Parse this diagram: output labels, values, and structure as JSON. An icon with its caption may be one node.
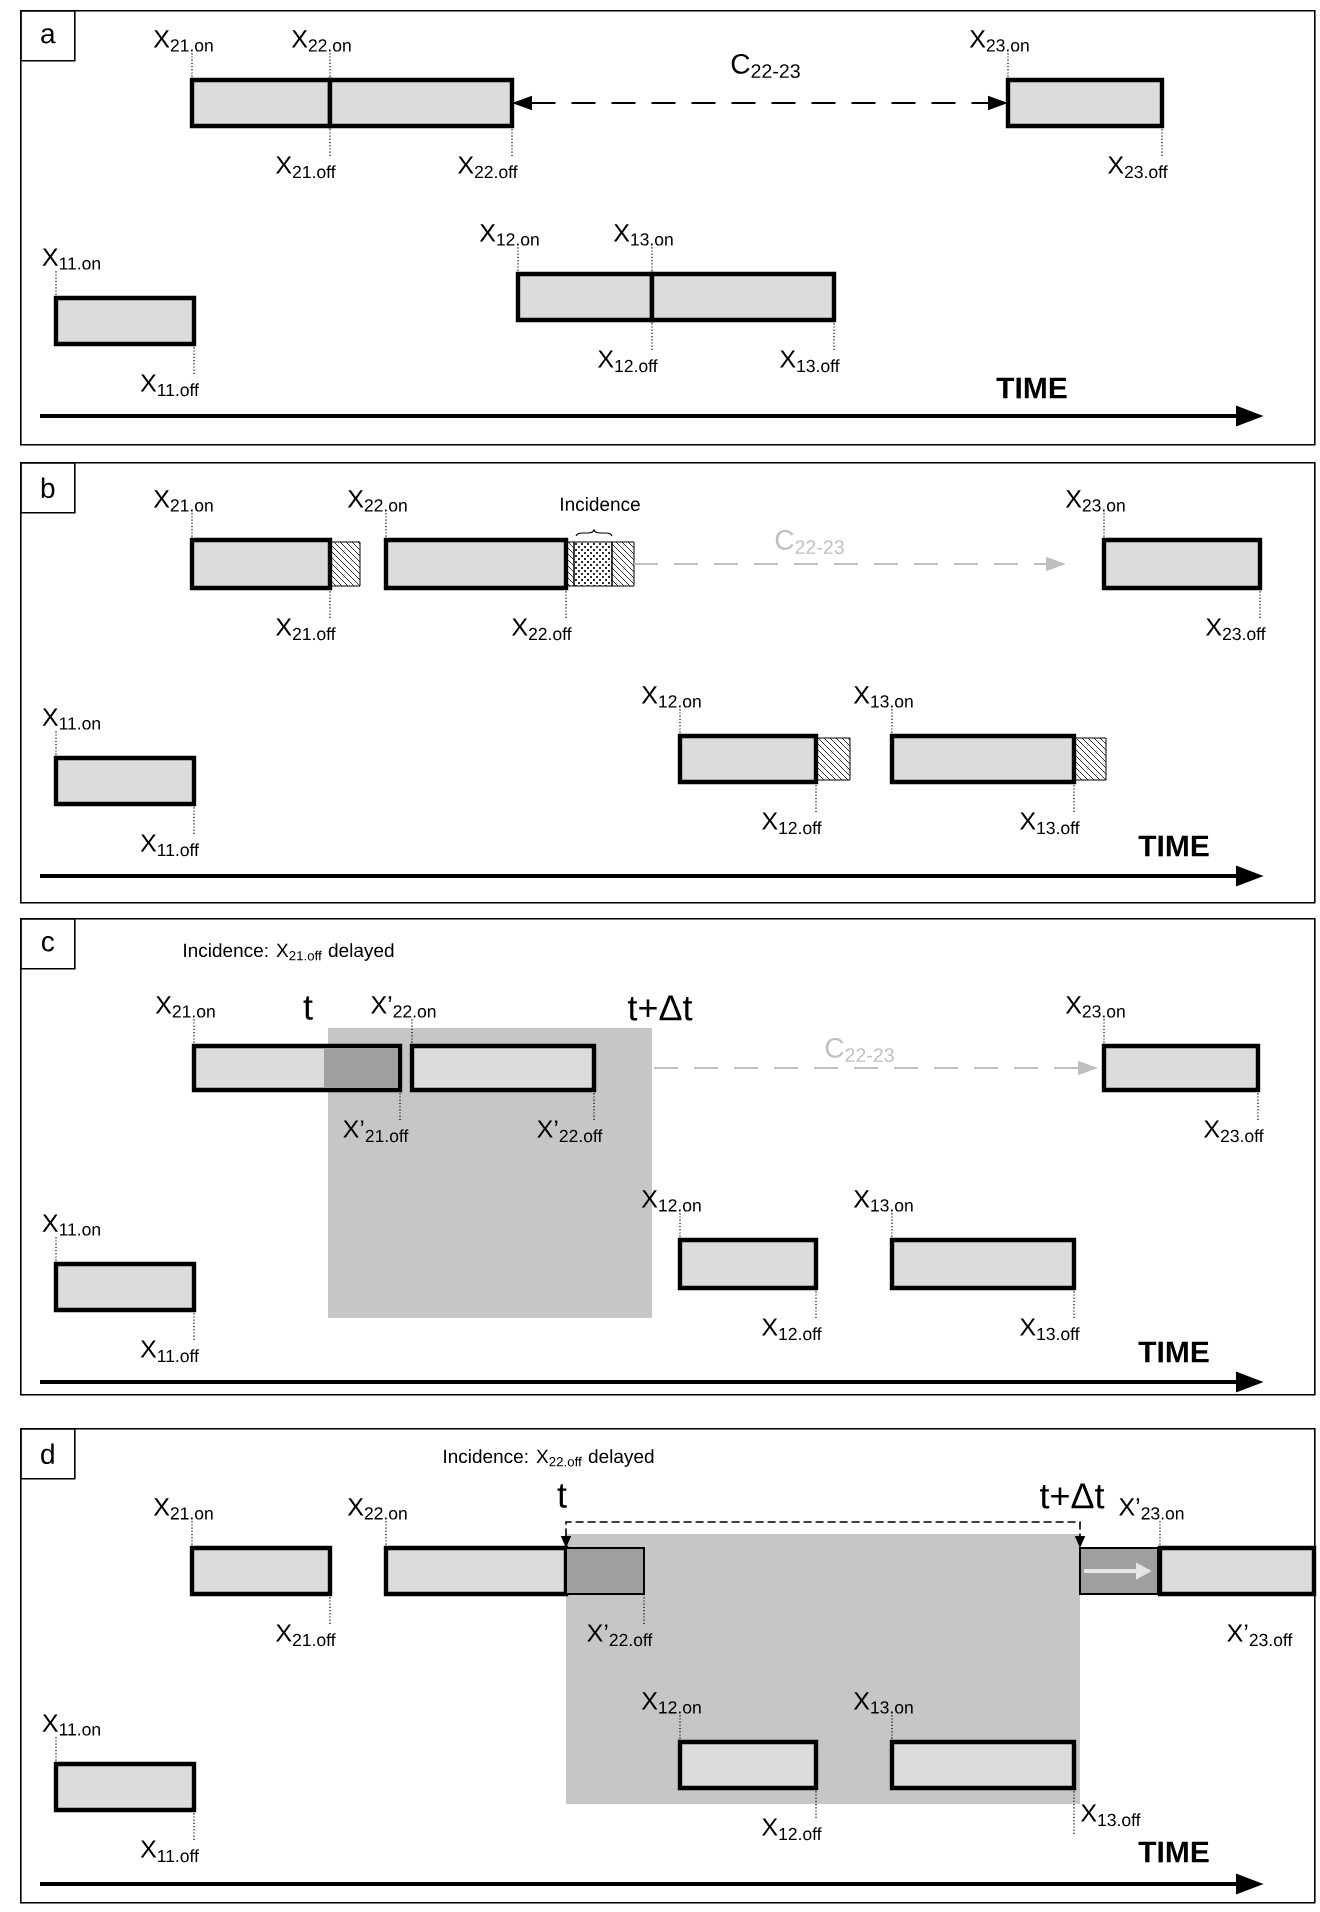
{
  "diagram": {
    "nodes": [
      {
        "text": [
          "a"
        ]
      },
      {
        "text": [],
        "shape": "bar",
        "in": 0,
        "beside": [
          "X$_{21.on}$",
          "X$_{21.off}$"
        ]
      },
      {
        "text": [],
        "shape": "bar",
        "in": 0,
        "beside": [
          "X$_{22.on}$",
          "X$_{22.off}$"
        ]
      },
      {
        "text": [],
        "shape": "bar",
        "in": 0,
        "beside": [
          "X$_{23.on}$",
          "X$_{23.off}$"
        ]
      },
      {
        "text": [],
        "shape": "bar",
        "in": 0,
        "beside": [
          "X$_{11.on}$",
          "X$_{11.off}$"
        ]
      },
      {
        "text": [],
        "shape": "bar",
        "in": 0,
        "beside": [
          "X$_{12.on}$",
          "X$_{12.off}$"
        ]
      },
      {
        "text": [],
        "shape": "bar",
        "in": 0,
        "beside": [
          "X$_{13.on}$",
          "X$_{13.off}$"
        ]
      },
      {
        "text": [
          "b"
        ]
      },
      {
        "text": [],
        "shape": "bar",
        "in": 7,
        "beside": [
          "X$_{21.on}$",
          "X$_{21.off}$"
        ]
      },
      {
        "text": [],
        "shape": "bar",
        "in": 7,
        "beside": [
          "X$_{22.on}$",
          "X$_{22.off}$",
          "Incidence"
        ]
      },
      {
        "text": [],
        "shape": "bar",
        "in": 7,
        "beside": [
          "X$_{23.on}$",
          "X$_{23.off}$"
        ]
      },
      {
        "text": [],
        "shape": "bar",
        "in": 7,
        "beside": [
          "X$_{11.on}$",
          "X$_{11.off}$"
        ]
      },
      {
        "text": [],
        "shape": "bar",
        "in": 7,
        "beside": [
          "X$_{12.on}$",
          "X$_{12.off}$"
        ]
      },
      {
        "text": [],
        "shape": "bar",
        "in": 7,
        "beside": [
          "X$_{13.on}$",
          "X$_{13.off}$"
        ]
      },
      {
        "text": [
          "c",
          "Incidence: X$_{21.off}$ delayed"
        ]
      },
      {
        "text": [],
        "shape": "bar",
        "in": 14,
        "beside": [
          "X$_{21.on}$",
          "X’$_{21.off}$"
        ]
      },
      {
        "text": [],
        "shape": "bar",
        "in": 14,
        "beside": [
          "X’$_{22.on}$",
          "X’$_{22.off}$"
        ]
      },
      {
        "text": [],
        "shape": "bar",
        "in": 14,
        "beside": [
          "X$_{23.on}$",
          "X$_{23.off}$"
        ]
      },
      {
        "text": [],
        "shape": "bar",
        "in": 14,
        "beside": [
          "X$_{11.on}$",
          "X$_{11.off}$"
        ]
      },
      {
        "text": [],
        "shape": "bar",
        "in": 14,
        "beside": [
          "X$_{12.on}$",
          "X$_{12.off}$"
        ]
      },
      {
        "text": [],
        "shape": "bar",
        "in": 14,
        "beside": [
          "X$_{13.on}$",
          "X$_{13.off}$"
        ]
      },
      {
        "text": [
          "d",
          "Incidence: X$_{22.off}$ delayed"
        ]
      },
      {
        "text": [],
        "shape": "bar",
        "in": 21,
        "beside": [
          "X$_{21.on}$",
          "X$_{21.off}$"
        ]
      },
      {
        "text": [],
        "shape": "bar",
        "in": 21,
        "beside": [
          "X$_{22.on}$",
          "X’$_{22.off}$"
        ]
      },
      {
        "text": [],
        "shape": "bar",
        "in": 21,
        "beside": [
          "X’$_{23.on}$",
          "X’$_{23.off}$"
        ]
      },
      {
        "text": [],
        "shape": "bar",
        "in": 21,
        "beside": [
          "X$_{11.on}$",
          "X$_{11.off}$"
        ]
      },
      {
        "text": [],
        "shape": "bar",
        "in": 21,
        "beside": [
          "X$_{12.on}$",
          "X$_{12.off}$"
        ]
      },
      {
        "text": [],
        "shape": "bar",
        "in": 21,
        "beside": [
          "X$_{13.on}$",
          "X$_{13.off}$"
        ]
      }
    ],
    "edges": [
      {
        "from": 2,
        "to": 3,
        "arrow": "both",
        "style": "dashed",
        "color": "#000000",
        "label": "C$_{22-23}$"
      },
      {
        "from": 9,
        "to": 10,
        "arrow": "to",
        "style": "dashed",
        "color": "#bfbfbf",
        "label": "C$_{22-23}$"
      },
      {
        "from": 16,
        "to": 17,
        "arrow": "to",
        "style": "dashed",
        "color": "#bfbfbf",
        "label": "C$_{22-23}$"
      },
      {
        "from": 23,
        "to": 24,
        "arrow": "both",
        "style": "dashed",
        "color": "#000000"
      }
    ],
    "labels": [
      "TIME",
      "TIME",
      "t",
      "t+Δt",
      "TIME",
      "t",
      "t+Δt",
      "TIME"
    ]
  }
}
